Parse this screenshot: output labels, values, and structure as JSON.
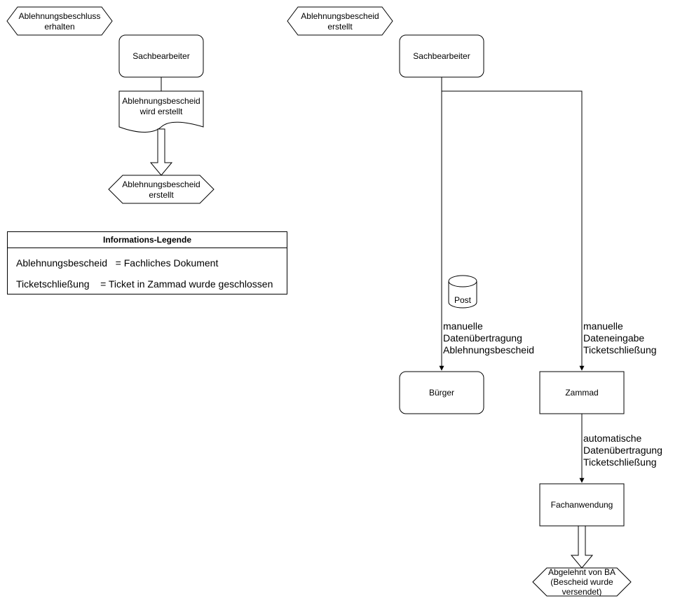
{
  "left_flow": {
    "start_event": [
      "Ablehnungsbeschluss",
      "erhalten"
    ],
    "actor": "Sachbearbeiter",
    "document": [
      "Ablehnungsbescheid",
      "wird erstellt"
    ],
    "end_event": [
      "Ablehnungsbescheid",
      "erstellt"
    ]
  },
  "right_flow": {
    "start_event": [
      "Ablehnungsbescheid",
      "erstellt"
    ],
    "actor": "Sachbearbeiter",
    "storage": "Post",
    "edge_to_buerger": [
      "manuelle",
      "Datenübertragung",
      "Ablehnungsbescheid"
    ],
    "edge_to_zammad": [
      "manuelle",
      "Dateneingabe",
      "Ticketschließung"
    ],
    "buerger": "Bürger",
    "zammad": "Zammad",
    "edge_to_fachanwendung": [
      "automatische",
      "Datenübertragung",
      "Ticketschließung"
    ],
    "fachanwendung": "Fachanwendung",
    "end_event": [
      "Abgelehnt von BA",
      "(Bescheid wurde",
      "versendet)"
    ]
  },
  "legend": {
    "title": "Informations-Legende",
    "rows": [
      "Ablehnungsbescheid   = Fachliches Dokument",
      "Ticketschließung    = Ticket in Zammad wurde geschlossen"
    ]
  }
}
